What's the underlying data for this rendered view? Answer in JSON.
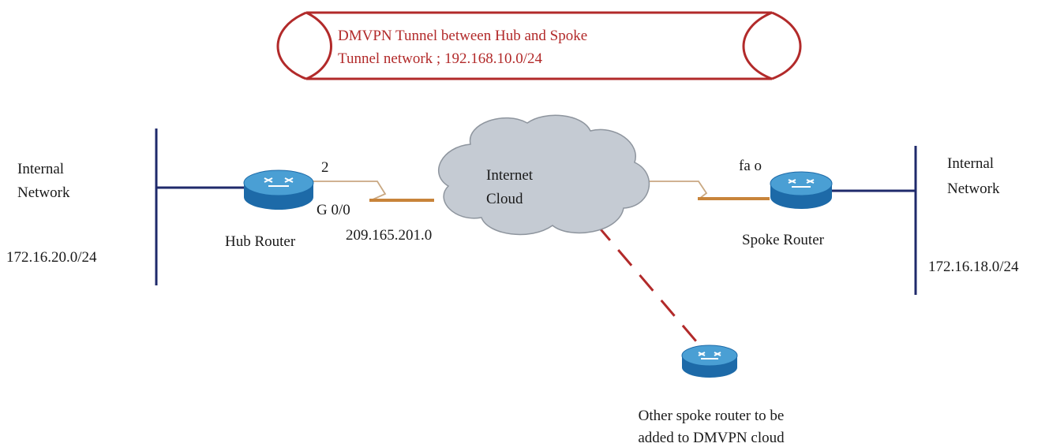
{
  "banner": {
    "line1": "DMVPN Tunnel between Hub and Spoke",
    "line2": "Tunnel network ; 192.168.10.0/24"
  },
  "hub": {
    "lan_label_line1": "Internal",
    "lan_label_line2": "Network",
    "subnet": "172.16.20.0/24",
    "router_label": "Hub Router",
    "interface_label": "G 0/0",
    "interface_number": "2",
    "wan_address": "209.165.201.0"
  },
  "cloud": {
    "line1": "Internet",
    "line2": "Cloud"
  },
  "spoke": {
    "lan_label_line1": "Internal",
    "lan_label_line2": "Network",
    "subnet": "172.16.18.0/24",
    "router_label": "Spoke Router",
    "interface_label": "fa o"
  },
  "other_spoke": {
    "label_line1": "Other spoke router to be",
    "label_line2": "added to DMVPN cloud"
  },
  "colors": {
    "banner": "#b22a2a",
    "lan": "#1f2a6b",
    "router_top": "#4a9fd4",
    "router_side": "#1d6aa8",
    "cloud": "#c5cbd3",
    "link_thin": "#c9a882",
    "link_thick": "#c8843a",
    "dashed": "#b22a2a"
  },
  "icons": [
    "router-icon",
    "cloud-icon",
    "tunnel-banner-icon"
  ]
}
